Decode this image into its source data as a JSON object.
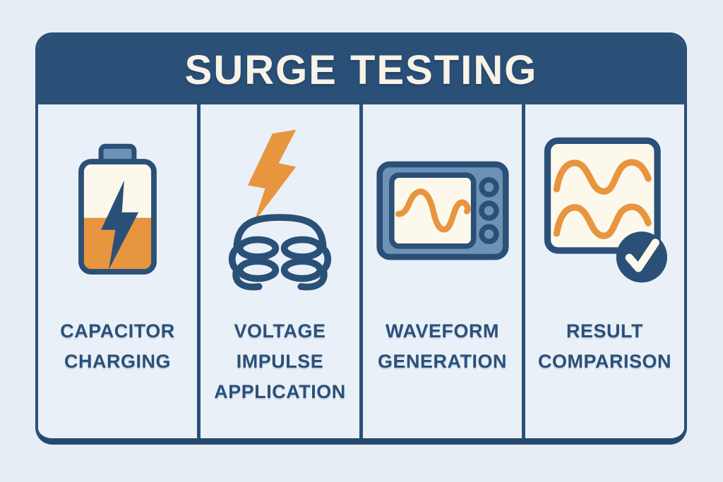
{
  "title": "SURGE TESTING",
  "steps": [
    {
      "name": "capacitor-charging",
      "icon": "battery-charging-icon",
      "label_lines": [
        "CAPACITOR",
        "CHARGING"
      ]
    },
    {
      "name": "voltage-impulse-application",
      "icon": "lightning-coil-icon",
      "label_lines": [
        "VOLTAGE",
        "IMPULSE",
        "APPLICATION"
      ]
    },
    {
      "name": "waveform-generation",
      "icon": "oscilloscope-icon",
      "label_lines": [
        "WAVEFORM",
        "GENERATION"
      ]
    },
    {
      "name": "result-comparison",
      "icon": "waveform-check-icon",
      "label_lines": [
        "RESULT",
        "COMPARISON"
      ]
    }
  ],
  "colors": {
    "navy": "#2a5078",
    "navy_dark": "#27496e",
    "steel_blue": "#6d92b5",
    "orange": "#e8953f",
    "cream": "#fdf8ec",
    "page_bg": "#e7edf4",
    "panel_bg": "#eaf0f8",
    "title_text": "#f8f3e6"
  }
}
